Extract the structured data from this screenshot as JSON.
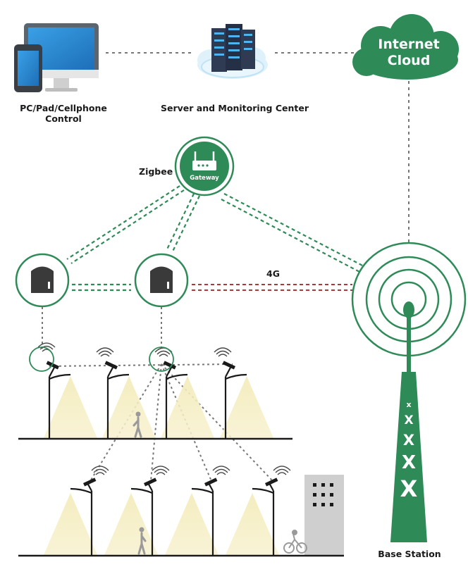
{
  "labels": {
    "devices": "PC/Pad/Cellphone",
    "devices_line2": "Control",
    "server": "Server and Monitoring Center",
    "cloud": "Internet",
    "cloud_line2": "Cloud",
    "zigbee": "Zigbee",
    "gateway": "Gateway",
    "link_4g": "4G",
    "base_station": "Base Station",
    "tower_marks": [
      "x",
      "X",
      "X",
      "X",
      "X"
    ]
  },
  "colors": {
    "green": "#2e8b57",
    "red_link": "#a83a3a",
    "dark_device": "#3a3a3a",
    "light_cone": "#f6efc4",
    "building": "#cfcfcf"
  }
}
